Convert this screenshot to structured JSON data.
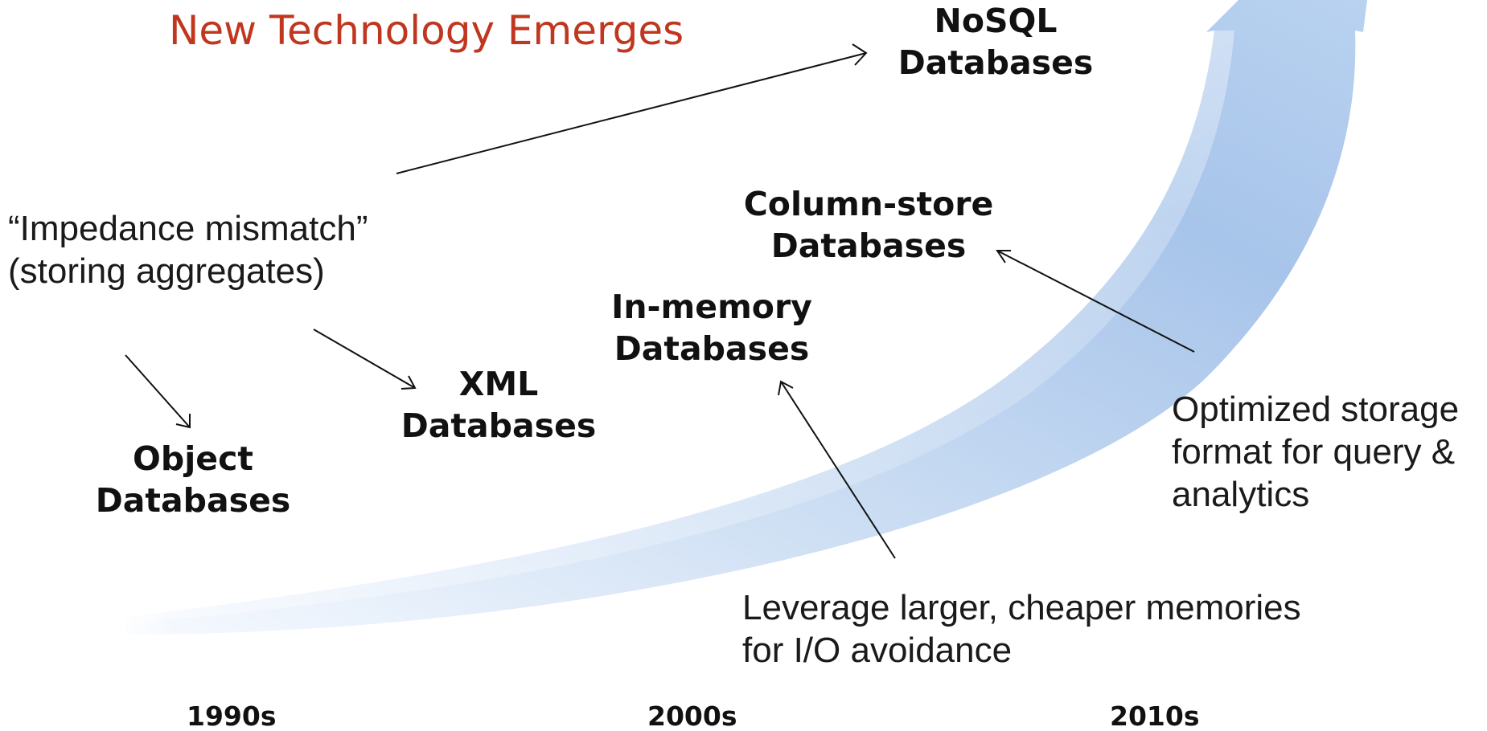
{
  "title": "New Technology Emerges",
  "technologies": {
    "nosql": [
      "NoSQL",
      "Databases"
    ],
    "column_store": [
      "Column-store",
      "Databases"
    ],
    "in_memory": [
      "In-memory",
      "Databases"
    ],
    "xml": [
      "XML",
      "Databases"
    ],
    "object": [
      "Object",
      "Databases"
    ]
  },
  "drivers": {
    "impedance": [
      "“Impedance mismatch”",
      "(storing aggregates)"
    ],
    "optimized_storage": [
      "Optimized storage",
      "format for query &",
      "analytics"
    ],
    "larger_memories": [
      "Leverage larger, cheaper memories",
      "for I/O avoidance"
    ]
  },
  "decades": [
    "1990s",
    "2000s",
    "2010s"
  ],
  "colors": {
    "title": "#c0361f",
    "arrow_light": "#eef4fb",
    "arrow_dark": "#a9c6ea",
    "text": "#111111"
  }
}
